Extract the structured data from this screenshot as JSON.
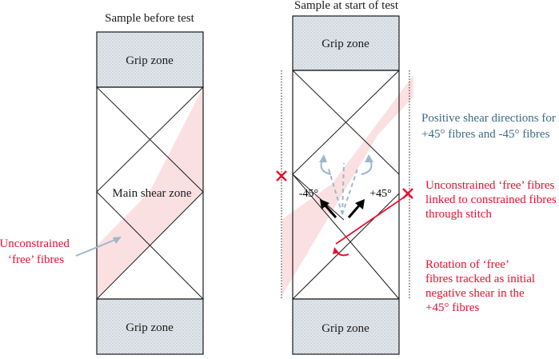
{
  "left_panel": {
    "title": "Sample before test",
    "grip_top": "Grip zone",
    "grip_bottom": "Grip zone",
    "main_zone": "Main shear zone",
    "annotation_lines": [
      "Unconstrained",
      "‘free’ fibres"
    ]
  },
  "right_panel": {
    "title": "Sample at start of test",
    "grip_top": "Grip zone",
    "grip_bottom": "Grip zone",
    "angle_neg": "-45°",
    "angle_pos": "+45°",
    "note_positive_lines": [
      "Positive shear directions for",
      "+45° fibres and -45° fibres"
    ],
    "note_unconstrained_lines": [
      "Unconstrained ‘free’ fibres",
      "linked to constrained fibres",
      "through stitch"
    ],
    "note_rotation_lines": [
      "Rotation of ‘free’",
      "fibres tracked as initial",
      "negative shear in the",
      "+45° fibres"
    ]
  },
  "colors": {
    "grip_fill": "#dde3e8",
    "shaded_fill": "#fbe0e2",
    "red": "#e8102f",
    "teal": "#3d6a86",
    "arrow_blue": "#9db7cc"
  }
}
